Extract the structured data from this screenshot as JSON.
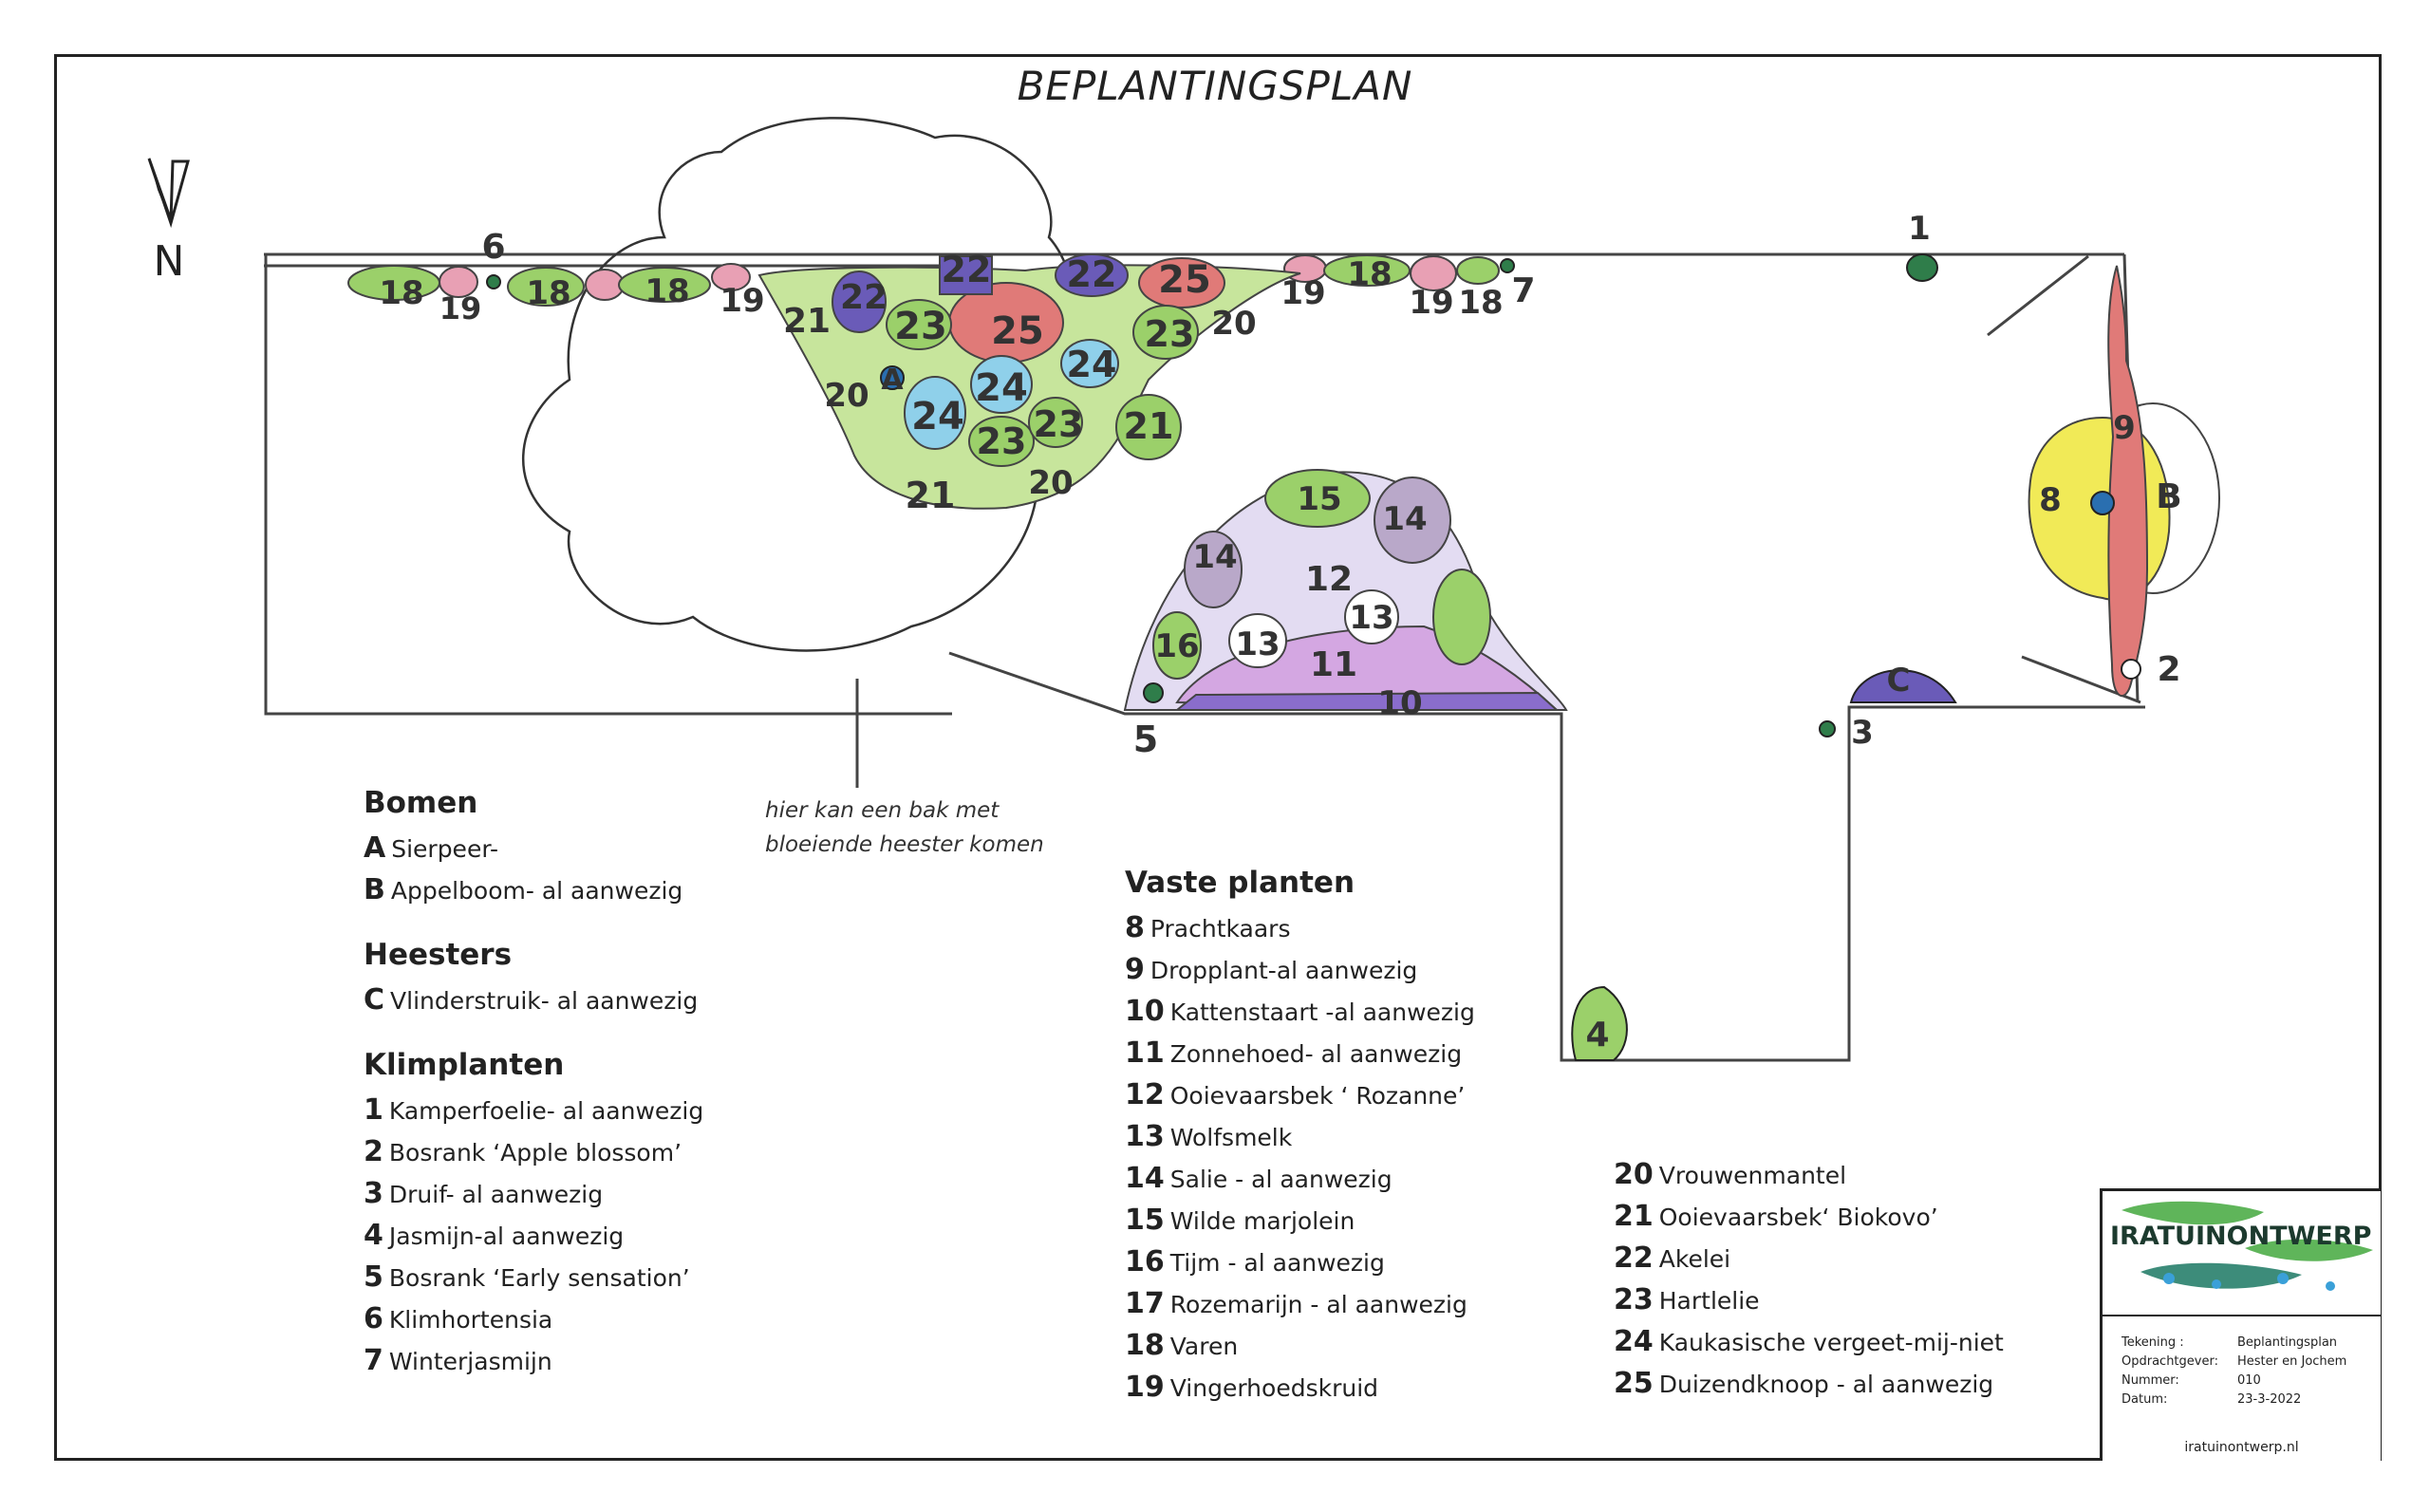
{
  "title": "BEPLANTINGSPLAN",
  "north": {
    "label": "N",
    "icon": "north-arrow-icon"
  },
  "note": {
    "lines": [
      "hier kan een bak met",
      "bloeiende heester komen"
    ]
  },
  "legend": {
    "bomen": {
      "heading": "Bomen",
      "items": [
        {
          "key": "A",
          "label": "Sierpeer-"
        },
        {
          "key": "B",
          "label": "Appelboom- al aanwezig"
        }
      ]
    },
    "heesters": {
      "heading": "Heesters",
      "items": [
        {
          "key": "C",
          "label": "Vlinderstruik- al aanwezig"
        }
      ]
    },
    "klimplanten": {
      "heading": "Klimplanten",
      "items": [
        {
          "key": "1",
          "label": "Kamperfoelie- al aanwezig"
        },
        {
          "key": "2",
          "label": "Bosrank ‘Apple blossom’"
        },
        {
          "key": "3",
          "label": "Druif- al aanwezig"
        },
        {
          "key": "4",
          "label": "Jasmijn-al aanwezig"
        },
        {
          "key": "5",
          "label": "Bosrank ‘Early sensation’"
        },
        {
          "key": "6",
          "label": "Klimhortensia"
        },
        {
          "key": "7",
          "label": "Winterjasmijn"
        }
      ]
    },
    "vaste_planten": {
      "heading": "Vaste planten",
      "items": [
        {
          "key": "8",
          "label": "Prachtkaars"
        },
        {
          "key": "9",
          "label": "Dropplant-al aanwezig"
        },
        {
          "key": "10",
          "label": "Kattenstaart -al aanwezig"
        },
        {
          "key": "11",
          "label": "Zonnehoed- al aanwezig"
        },
        {
          "key": "12",
          "label": "Ooievaarsbek ‘ Rozanne’"
        },
        {
          "key": "13",
          "label": "Wolfsmelk"
        },
        {
          "key": "14",
          "label": "Salie - al aanwezig"
        },
        {
          "key": "15",
          "label": "Wilde marjolein"
        },
        {
          "key": "16",
          "label": "Tijm - al aanwezig"
        },
        {
          "key": "17",
          "label": "Rozemarijn - al aanwezig"
        },
        {
          "key": "18",
          "label": "Varen"
        },
        {
          "key": "19",
          "label": "Vingerhoedskruid"
        }
      ]
    },
    "vaste_planten_2": {
      "items": [
        {
          "key": "20",
          "label": "Vrouwenmantel"
        },
        {
          "key": "21",
          "label": "Ooievaarsbek‘ Biokovo’"
        },
        {
          "key": "22",
          "label": "Akelei"
        },
        {
          "key": "23",
          "label": "Hartlelie"
        },
        {
          "key": "24",
          "label": "Kaukasische vergeet-mij-niet"
        },
        {
          "key": "25",
          "label": "Duizendknoop - al aanwezig"
        }
      ]
    }
  },
  "title_block": {
    "logo_text": "IRATUINONTWERP",
    "rows": [
      {
        "label": "Tekening :",
        "value": "Beplantingsplan"
      },
      {
        "label": "Opdrachtgever:",
        "value": "Hester en Jochem"
      },
      {
        "label": "Nummer:",
        "value": "010"
      },
      {
        "label": "Datum:",
        "value": "23-3-2022"
      }
    ],
    "website": "iratuinontwerp.nl"
  },
  "plan_labels": {
    "border_top": [
      "18",
      "19",
      "6",
      "18",
      "18",
      "19",
      "21",
      "22",
      "23",
      "25",
      "22",
      "22",
      "25",
      "23",
      "20",
      "19",
      "18",
      "19",
      "18",
      "7"
    ],
    "bed_main": [
      "A",
      "20",
      "24",
      "24",
      "24",
      "23",
      "23",
      "23",
      "21",
      "21",
      "20"
    ],
    "bed_round": [
      "15",
      "14",
      "14",
      "12",
      "13",
      "13",
      "16",
      "11",
      "10"
    ],
    "points": [
      "1",
      "2",
      "3",
      "4",
      "5",
      "8",
      "9",
      "B",
      "C"
    ]
  },
  "colors": {
    "green": "#9bd06a",
    "pink": "#e8a0b4",
    "red": "#e07a78",
    "blue": "#8fd0ea",
    "purple": "#6a5bb8",
    "violet": "#b48ad2",
    "yellow": "#f1ea57",
    "lilac": "#cfc3ea",
    "dark_green": "#2f7d4a"
  }
}
